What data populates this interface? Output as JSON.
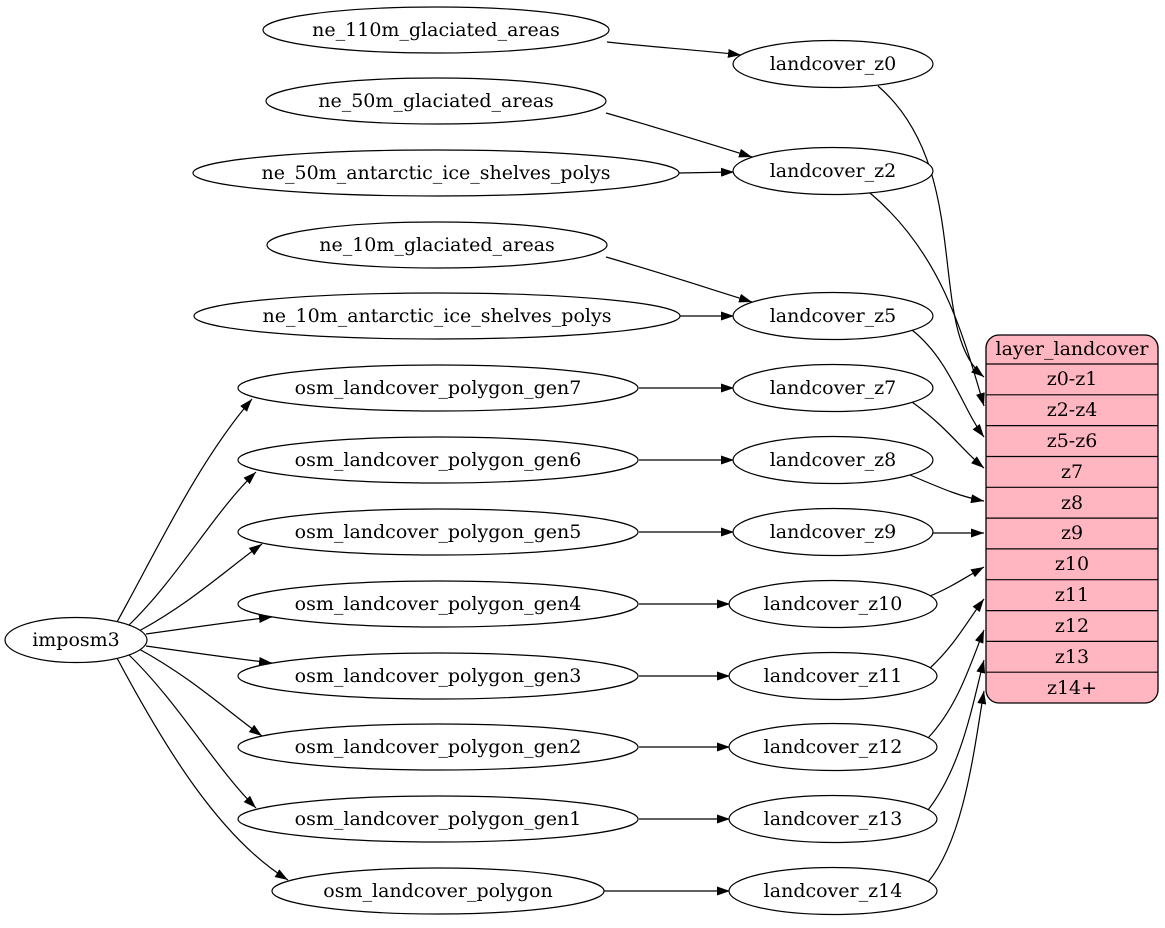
{
  "theme": {
    "background": "#ffffff",
    "edge_color": "#000000",
    "node_fill": "#ffffff",
    "node_stroke": "#000000",
    "table_fill": "#ffb6c1",
    "text_color": "#000000"
  },
  "nodes": {
    "imposm3": {
      "label": "imposm3"
    },
    "ne_110m_glaciated_areas": {
      "label": "ne_110m_glaciated_areas"
    },
    "ne_50m_glaciated_areas": {
      "label": "ne_50m_glaciated_areas"
    },
    "ne_50m_antarctic_ice_shelves_polys": {
      "label": "ne_50m_antarctic_ice_shelves_polys"
    },
    "ne_10m_glaciated_areas": {
      "label": "ne_10m_glaciated_areas"
    },
    "ne_10m_antarctic_ice_shelves_polys": {
      "label": "ne_10m_antarctic_ice_shelves_polys"
    },
    "osm_landcover_polygon_gen7": {
      "label": "osm_landcover_polygon_gen7"
    },
    "osm_landcover_polygon_gen6": {
      "label": "osm_landcover_polygon_gen6"
    },
    "osm_landcover_polygon_gen5": {
      "label": "osm_landcover_polygon_gen5"
    },
    "osm_landcover_polygon_gen4": {
      "label": "osm_landcover_polygon_gen4"
    },
    "osm_landcover_polygon_gen3": {
      "label": "osm_landcover_polygon_gen3"
    },
    "osm_landcover_polygon_gen2": {
      "label": "osm_landcover_polygon_gen2"
    },
    "osm_landcover_polygon_gen1": {
      "label": "osm_landcover_polygon_gen1"
    },
    "osm_landcover_polygon": {
      "label": "osm_landcover_polygon"
    },
    "landcover_z0": {
      "label": "landcover_z0"
    },
    "landcover_z2": {
      "label": "landcover_z2"
    },
    "landcover_z5": {
      "label": "landcover_z5"
    },
    "landcover_z7": {
      "label": "landcover_z7"
    },
    "landcover_z8": {
      "label": "landcover_z8"
    },
    "landcover_z9": {
      "label": "landcover_z9"
    },
    "landcover_z10": {
      "label": "landcover_z10"
    },
    "landcover_z11": {
      "label": "landcover_z11"
    },
    "landcover_z12": {
      "label": "landcover_z12"
    },
    "landcover_z13": {
      "label": "landcover_z13"
    },
    "landcover_z14": {
      "label": "landcover_z14"
    }
  },
  "table": {
    "title": "layer_landcover",
    "rows": [
      {
        "label": "z0-z1"
      },
      {
        "label": "z2-z4"
      },
      {
        "label": "z5-z6"
      },
      {
        "label": "z7"
      },
      {
        "label": "z8"
      },
      {
        "label": "z9"
      },
      {
        "label": "z10"
      },
      {
        "label": "z11"
      },
      {
        "label": "z12"
      },
      {
        "label": "z13"
      },
      {
        "label": "z14+"
      }
    ]
  },
  "edges": [
    {
      "from": "ne_110m_glaciated_areas",
      "to": "landcover_z0"
    },
    {
      "from": "ne_50m_glaciated_areas",
      "to": "landcover_z2"
    },
    {
      "from": "ne_50m_antarctic_ice_shelves_polys",
      "to": "landcover_z2"
    },
    {
      "from": "ne_10m_glaciated_areas",
      "to": "landcover_z5"
    },
    {
      "from": "ne_10m_antarctic_ice_shelves_polys",
      "to": "landcover_z5"
    },
    {
      "from": "imposm3",
      "to": "osm_landcover_polygon_gen7"
    },
    {
      "from": "imposm3",
      "to": "osm_landcover_polygon_gen6"
    },
    {
      "from": "imposm3",
      "to": "osm_landcover_polygon_gen5"
    },
    {
      "from": "imposm3",
      "to": "osm_landcover_polygon_gen4"
    },
    {
      "from": "imposm3",
      "to": "osm_landcover_polygon_gen3"
    },
    {
      "from": "imposm3",
      "to": "osm_landcover_polygon_gen2"
    },
    {
      "from": "imposm3",
      "to": "osm_landcover_polygon_gen1"
    },
    {
      "from": "imposm3",
      "to": "osm_landcover_polygon"
    },
    {
      "from": "osm_landcover_polygon_gen7",
      "to": "landcover_z7"
    },
    {
      "from": "osm_landcover_polygon_gen6",
      "to": "landcover_z8"
    },
    {
      "from": "osm_landcover_polygon_gen5",
      "to": "landcover_z9"
    },
    {
      "from": "osm_landcover_polygon_gen4",
      "to": "landcover_z10"
    },
    {
      "from": "osm_landcover_polygon_gen3",
      "to": "landcover_z11"
    },
    {
      "from": "osm_landcover_polygon_gen2",
      "to": "landcover_z12"
    },
    {
      "from": "osm_landcover_polygon_gen1",
      "to": "landcover_z13"
    },
    {
      "from": "osm_landcover_polygon",
      "to": "landcover_z14"
    },
    {
      "from": "landcover_z0",
      "to": "layer_landcover.z0-z1"
    },
    {
      "from": "landcover_z2",
      "to": "layer_landcover.z2-z4"
    },
    {
      "from": "landcover_z5",
      "to": "layer_landcover.z5-z6"
    },
    {
      "from": "landcover_z7",
      "to": "layer_landcover.z7"
    },
    {
      "from": "landcover_z8",
      "to": "layer_landcover.z8"
    },
    {
      "from": "landcover_z9",
      "to": "layer_landcover.z9"
    },
    {
      "from": "landcover_z10",
      "to": "layer_landcover.z10"
    },
    {
      "from": "landcover_z11",
      "to": "layer_landcover.z11"
    },
    {
      "from": "landcover_z12",
      "to": "layer_landcover.z12"
    },
    {
      "from": "landcover_z13",
      "to": "layer_landcover.z13"
    },
    {
      "from": "landcover_z14",
      "to": "layer_landcover.z14+"
    }
  ]
}
